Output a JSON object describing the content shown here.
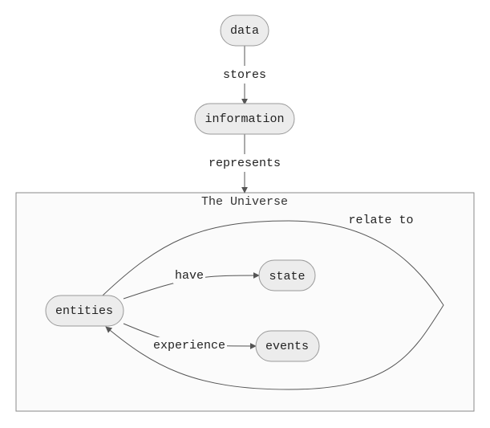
{
  "diagram": {
    "cluster_title": "The Universe",
    "nodes": {
      "data": "data",
      "information": "information",
      "entities": "entities",
      "state": "state",
      "events": "events"
    },
    "edges": {
      "stores": "stores",
      "represents": "represents",
      "have": "have",
      "experience": "experience",
      "relate_to": "relate to"
    }
  }
}
